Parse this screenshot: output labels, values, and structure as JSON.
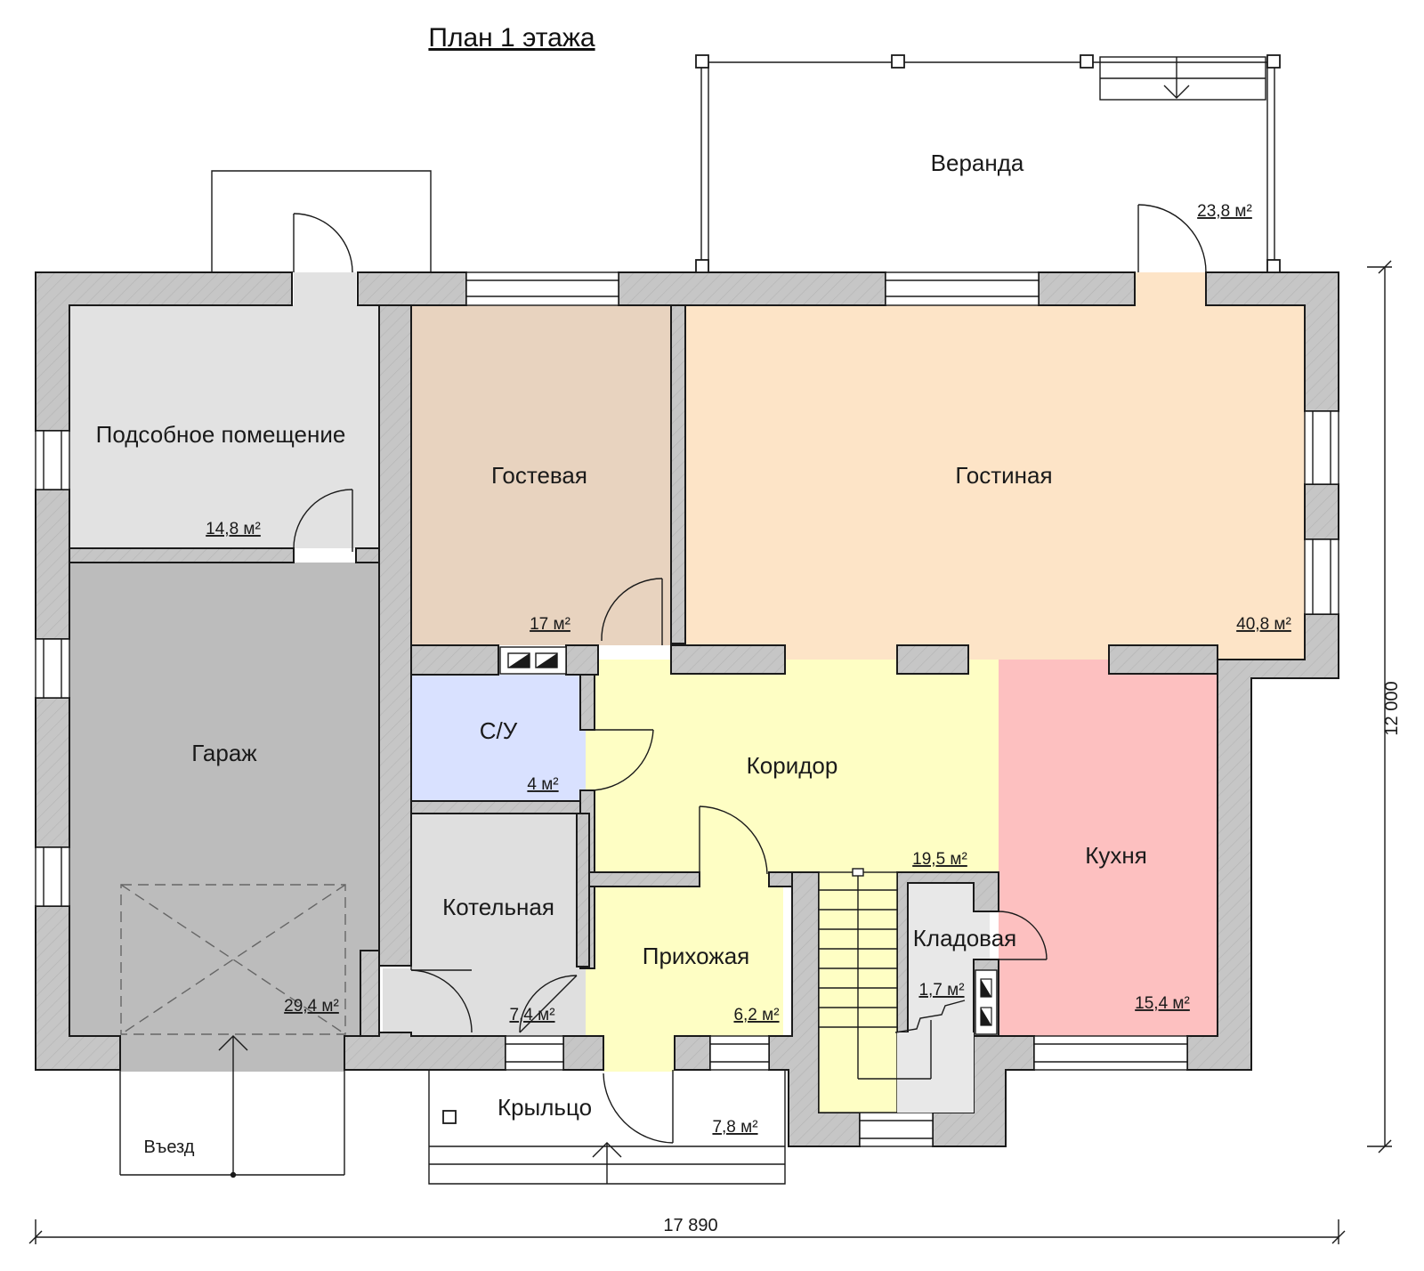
{
  "title": "План 1 этажа",
  "rooms": {
    "podsobnoe": {
      "name": "Подсобное помещение",
      "area": "14,8 м²"
    },
    "garazh": {
      "name": "Гараж",
      "area": "29,4 м²"
    },
    "gostevaya": {
      "name": "Гостевая",
      "area": "17 м²"
    },
    "gostinaya": {
      "name": "Гостиная",
      "area": "40,8 м²"
    },
    "su": {
      "name": "С/У",
      "area": "4 м²"
    },
    "koridor": {
      "name": "Коридор",
      "area": "19,5 м²"
    },
    "kuhnya": {
      "name": "Кухня",
      "area": "15,4 м²"
    },
    "kotelnaya": {
      "name": "Котельная",
      "area": "7,4 м²"
    },
    "prihozhaya": {
      "name": "Прихожая",
      "area": "6,2 м²"
    },
    "kladovaya": {
      "name": "Кладовая",
      "area": "1,7 м²"
    },
    "veranda": {
      "name": "Веранда",
      "area": "23,8 м²"
    },
    "krylco": {
      "name": "Крыльцо",
      "area": "7,8 м²"
    },
    "vezd": {
      "name": "Въезд"
    }
  },
  "dimensions": {
    "width": "17 890",
    "height": "12 000"
  },
  "colors": {
    "wall": "#c6c6c6",
    "podsobnoe": "#e2e2e2",
    "garazh": "#bcbcbc",
    "gostevaya": "#e8d3bf",
    "gostinaya": "#fde4c7",
    "su": "#d9e1ff",
    "koridor": "#fefec4",
    "kuhnya": "#fdc0c0",
    "kotelnaya": "#dfdfdf",
    "kladovaya": "#e8e8e8"
  }
}
